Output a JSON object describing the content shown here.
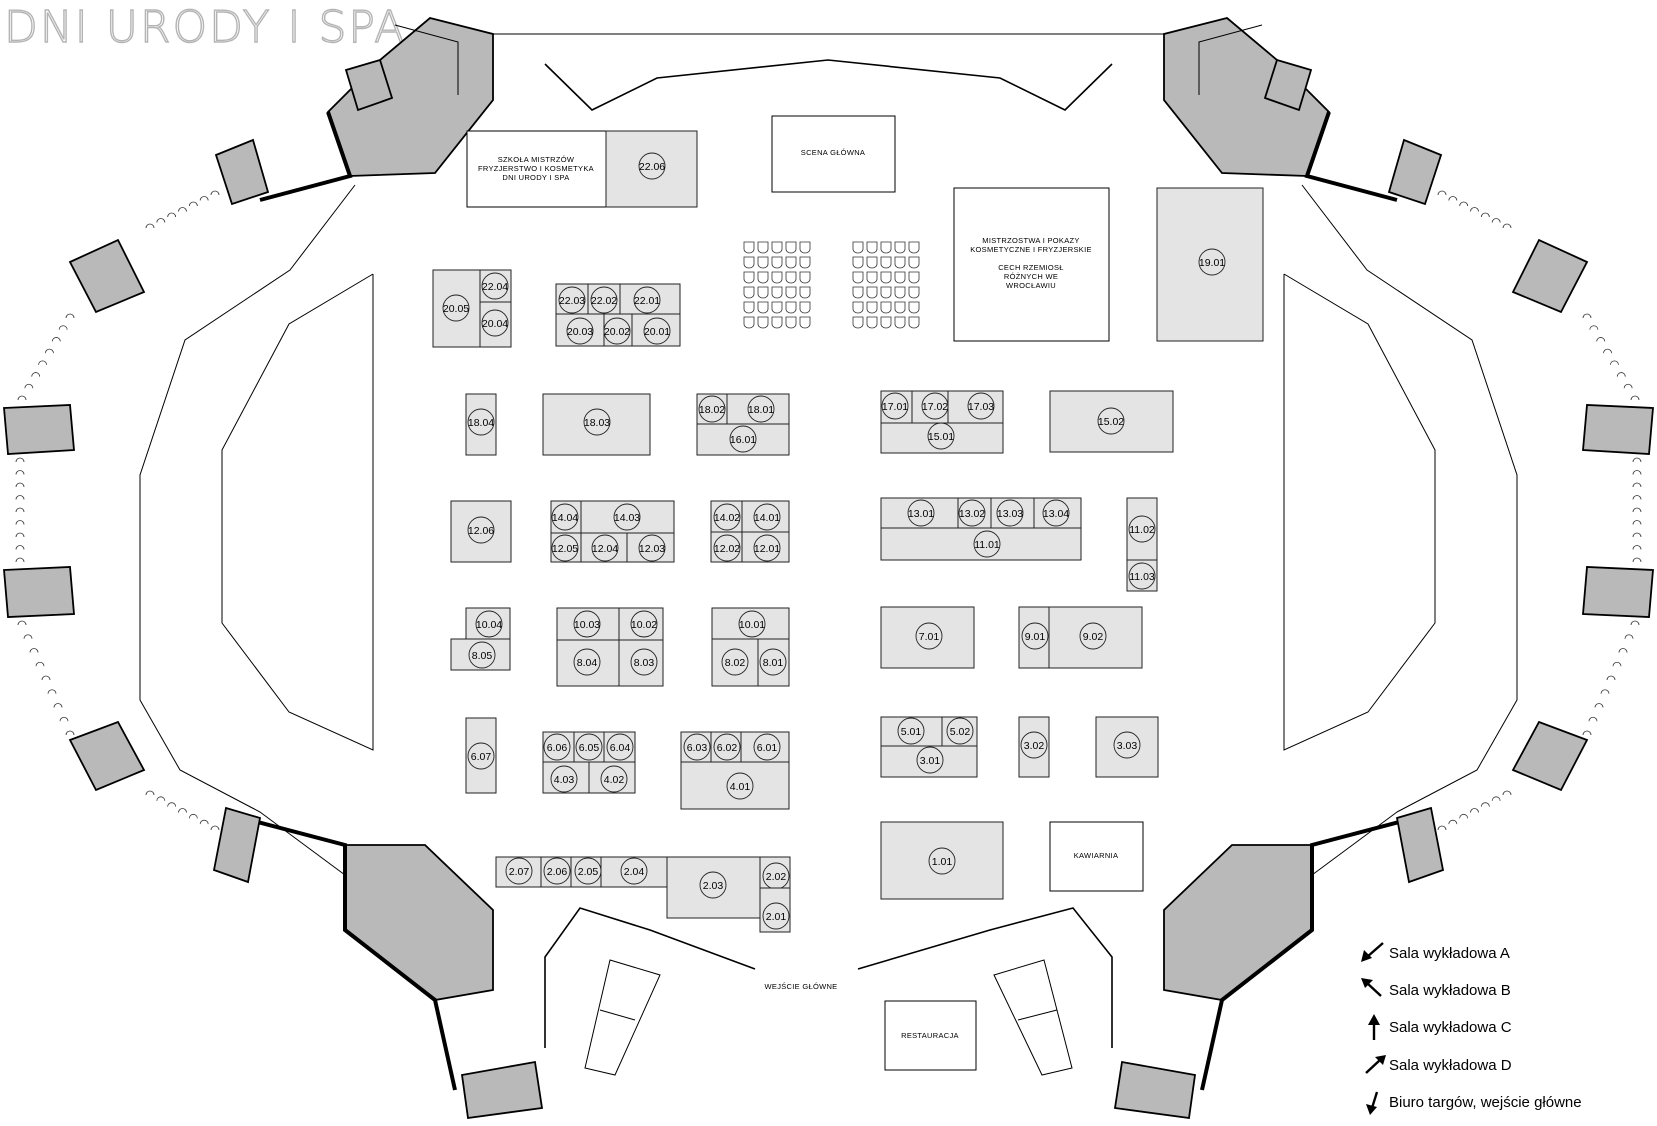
{
  "brand": "DNI URODY I SPA",
  "areas": {
    "scena": "SCENA GŁÓWNA",
    "szkola": [
      "SZKOŁA MISTRZÓW",
      "FRYZJERSTWO I KOSMETYKA",
      "DNI URODY I SPA"
    ],
    "mistrzostwa": [
      "MISTRZOSTWA I POKAZY",
      "KOSMETYCZNE I FRYZJERSKIE",
      "",
      "CECH RZEMIOSŁ",
      "RÓŻNYCH WE",
      "WROCŁAWIU"
    ],
    "kawiarnia": "KAWIARNIA",
    "restauracja": "RESTAURACJA",
    "wejscie": "WEJŚCIE GŁÓWNE"
  },
  "booths": [
    "22.06",
    "22.04",
    "20.05",
    "20.04",
    "22.03",
    "22.02",
    "22.01",
    "20.03",
    "20.02",
    "20.01",
    "19.01",
    "18.04",
    "18.03",
    "18.02",
    "18.01",
    "16.01",
    "17.01",
    "17.02",
    "17.03",
    "15.01",
    "15.02",
    "12.06",
    "14.04",
    "14.03",
    "12.05",
    "12.04",
    "12.03",
    "14.02",
    "14.01",
    "12.02",
    "12.01",
    "13.01",
    "13.02",
    "13.03",
    "13.04",
    "11.01",
    "11.02",
    "11.03",
    "10.04",
    "8.05",
    "10.03",
    "10.02",
    "8.04",
    "8.03",
    "10.01",
    "8.02",
    "8.01",
    "7.01",
    "9.01",
    "9.02",
    "6.07",
    "6.06",
    "6.05",
    "6.04",
    "4.03",
    "4.02",
    "6.03",
    "6.02",
    "6.01",
    "4.01",
    "5.01",
    "5.02",
    "3.01",
    "3.02",
    "3.03",
    "1.01",
    "2.07",
    "2.06",
    "2.05",
    "2.04",
    "2.03",
    "2.02",
    "2.01"
  ],
  "legend": [
    {
      "icon": "arrow-down-left-icon",
      "label": "Sala wykładowa A"
    },
    {
      "icon": "arrow-up-left-icon",
      "label": "Sala wykładowa B"
    },
    {
      "icon": "arrow-up-icon",
      "label": "Sala wykładowa C"
    },
    {
      "icon": "arrow-up-right-icon",
      "label": "Sala wykładowa D"
    },
    {
      "icon": "arrow-down-icon",
      "label": "Biuro targów, wejście główne"
    }
  ],
  "colors": {
    "booth_fill": "#e4e4e4",
    "tower_fill": "#b9b9b9",
    "line": "#000000"
  }
}
